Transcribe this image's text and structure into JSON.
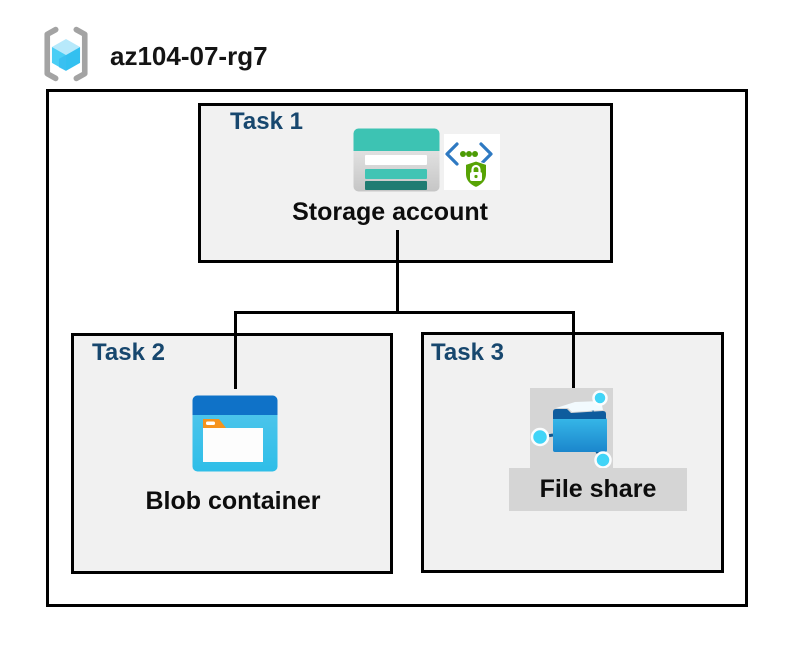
{
  "header": {
    "resource_group_name": "az104-07-rg7",
    "icon": "resource-group-icon"
  },
  "tasks": [
    {
      "id": "task-1",
      "label": "Task 1",
      "resource": "Storage account",
      "icons": [
        "storage-account-icon",
        "secure-endpoint-icon"
      ]
    },
    {
      "id": "task-2",
      "label": "Task 2",
      "resource": "Blob container",
      "icons": [
        "blob-container-icon"
      ]
    },
    {
      "id": "task-3",
      "label": "Task 3",
      "resource": "File share",
      "icons": [
        "file-share-icon"
      ]
    }
  ],
  "connections": [
    {
      "from": "Storage account",
      "to": "Blob container"
    },
    {
      "from": "Storage account",
      "to": "File share"
    }
  ],
  "colors": {
    "task_label_navy": "#17476E",
    "box_fill_gray": "#F1F1F1",
    "box_border": "#000000",
    "plate_gray": "#D5D5D5",
    "storage_teal": "#3DC3B3",
    "storage_teal_dark": "#1F7C72",
    "blob_band_blue": "#0F72C8",
    "blob_body_cyan": "#3FC1E9",
    "folder_tab_orange": "#F6931D",
    "fileshare_folder_blue": "#1B86CC",
    "fileshare_flap_navy": "#0E5C9E",
    "fileshare_node_cyan": "#41D4F7",
    "shield_green": "#57A304",
    "chevron_blue": "#2E79C2",
    "cube_cyan": "#3EC6F2",
    "bracket_gray": "#A3A3A3"
  }
}
